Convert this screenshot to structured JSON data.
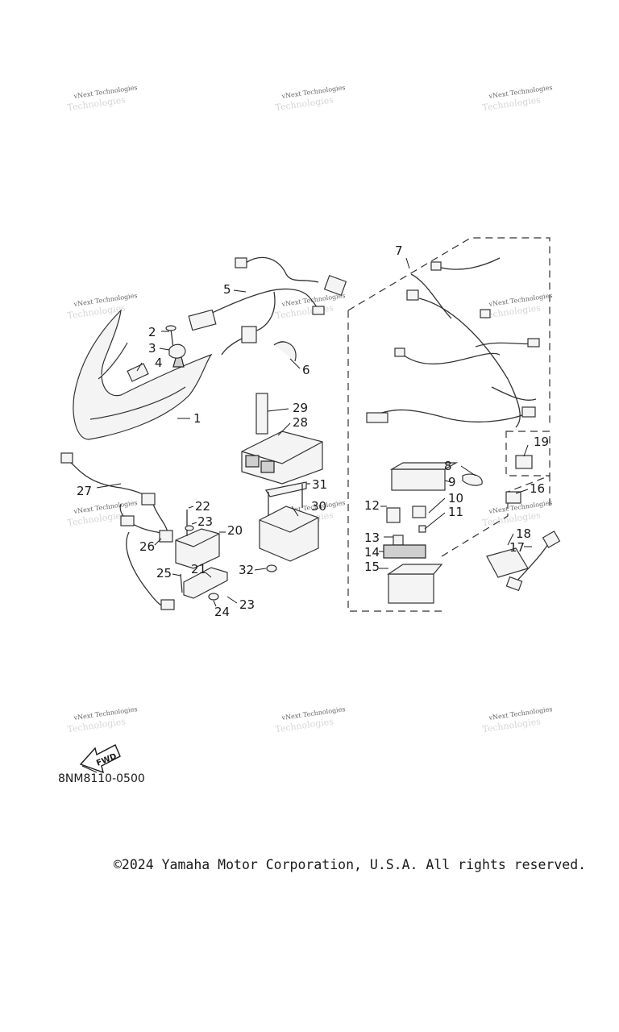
{
  "watermark": {
    "line1": "vNext Technologies",
    "line2": "Technologies"
  },
  "callouts": [
    "1",
    "2",
    "3",
    "4",
    "5",
    "6",
    "7",
    "8",
    "9",
    "10",
    "11",
    "12",
    "13",
    "14",
    "15",
    "16",
    "17",
    "18",
    "19",
    "20",
    "21",
    "22",
    "23",
    "23",
    "24",
    "25",
    "26",
    "27",
    "28",
    "29",
    "30",
    "31",
    "32"
  ],
  "fwd_label": "FWD",
  "drawing_code": "8NM8110-0500",
  "copyright": "©2024 Yamaha Motor Corporation, U.S.A. All rights reserved."
}
